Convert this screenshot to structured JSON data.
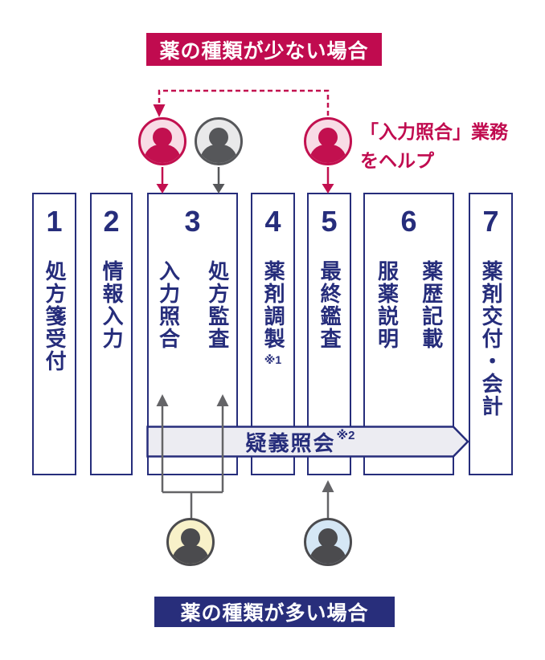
{
  "top_banner": {
    "label": "薬の種類が少ない場合",
    "bg": "#C00B4F"
  },
  "help_note": {
    "line1": "「入力照合」業務",
    "line2": "をヘルプ"
  },
  "steps": [
    {
      "number": "1",
      "columns": [
        "処方箋受付"
      ]
    },
    {
      "number": "2",
      "columns": [
        "情報入力"
      ]
    },
    {
      "number": "3",
      "columns": [
        "入力照合",
        "処方監査"
      ]
    },
    {
      "number": "4",
      "columns": [
        "薬剤調製"
      ],
      "note": "※1"
    },
    {
      "number": "5",
      "columns": [
        "最終鑑査"
      ]
    },
    {
      "number": "6",
      "columns": [
        "服薬説明",
        "薬歴記載"
      ]
    },
    {
      "number": "7",
      "columns": [
        "薬剤交付・会計"
      ]
    }
  ],
  "inquiry_banner": {
    "label": "疑義照会",
    "note": "※2"
  },
  "bottom_banner": {
    "label": "薬の種類が多い場合",
    "bg": "#282E7B"
  },
  "icons": {
    "avatars_top": [
      "person-icon-crimson",
      "person-icon-gray",
      "person-icon-crimson"
    ],
    "avatars_bottom": [
      "person-icon-yellow",
      "person-icon-blue"
    ]
  },
  "colors": {
    "crimson": "#C00B4F",
    "navy": "#262D7B",
    "banner_navy": "#282E7B",
    "inquiry_fill": "#ECECF2",
    "avatar_pink": "#F8DCE6",
    "avatar_gray": "#E9E9EA",
    "avatar_yellow": "#F8F1C9",
    "avatar_blue": "#D5E7F5",
    "connector_gray": "#646467"
  }
}
